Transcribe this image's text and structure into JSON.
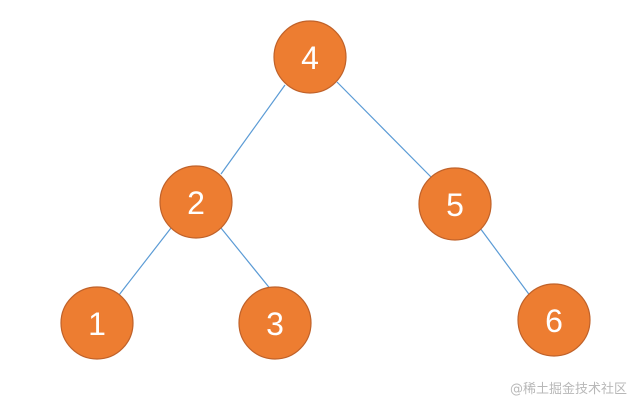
{
  "tree": {
    "nodes": [
      {
        "id": "n4",
        "label": "4"
      },
      {
        "id": "n2",
        "label": "2"
      },
      {
        "id": "n5",
        "label": "5"
      },
      {
        "id": "n1",
        "label": "1"
      },
      {
        "id": "n3",
        "label": "3"
      },
      {
        "id": "n6",
        "label": "6"
      }
    ],
    "edges": [
      {
        "from": "n4",
        "to": "n2"
      },
      {
        "from": "n4",
        "to": "n5"
      },
      {
        "from": "n2",
        "to": "n1"
      },
      {
        "from": "n2",
        "to": "n3"
      },
      {
        "from": "n5",
        "to": "n6"
      }
    ],
    "colors": {
      "node_fill": "#ed7d31",
      "node_text": "#ffffff",
      "edge": "#5b9bd5"
    }
  },
  "watermark": "@稀土掘金技术社区"
}
